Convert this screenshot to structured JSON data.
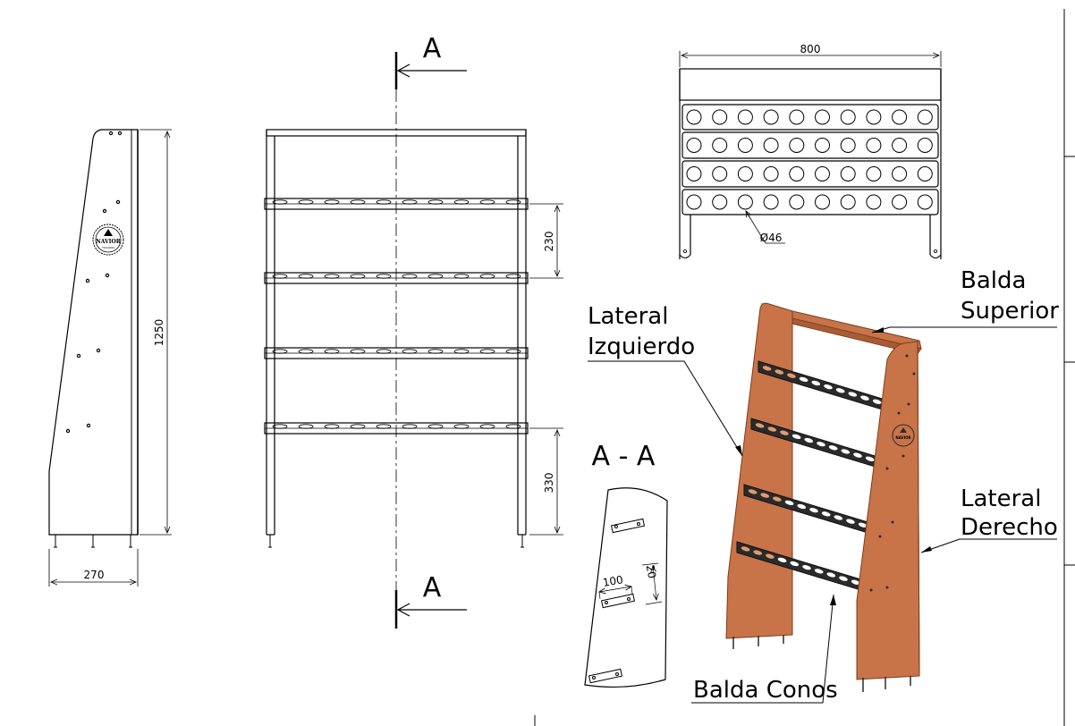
{
  "section_marker": {
    "letter": "A",
    "title": "A - A"
  },
  "dimensions": {
    "side_height": "1250",
    "side_depth": "270",
    "shelf_spacing": "230",
    "bottom_height": "330",
    "width": "800",
    "hole_diameter": "Ø46",
    "slot_length": "100",
    "slot_width": "20"
  },
  "callouts": {
    "lateral_izquierdo": [
      "Lateral",
      "Izquierdo"
    ],
    "balda_superior": [
      "Balda",
      "Superior"
    ],
    "lateral_derecho": [
      "Lateral",
      "Derecho"
    ],
    "balda_conos": "Balda Conos"
  },
  "logo": {
    "name": "NAVIOR",
    "subtitle": "TOOLING"
  },
  "colors": {
    "line": "#000000",
    "panel": "#C87448",
    "panel_edge": "#7A3E1F",
    "shelf_dark": "#2B2B2B",
    "hole_orange": "#E29A70"
  },
  "views": [
    "side-view",
    "front-view",
    "top-view",
    "section-view",
    "isometric-view"
  ]
}
